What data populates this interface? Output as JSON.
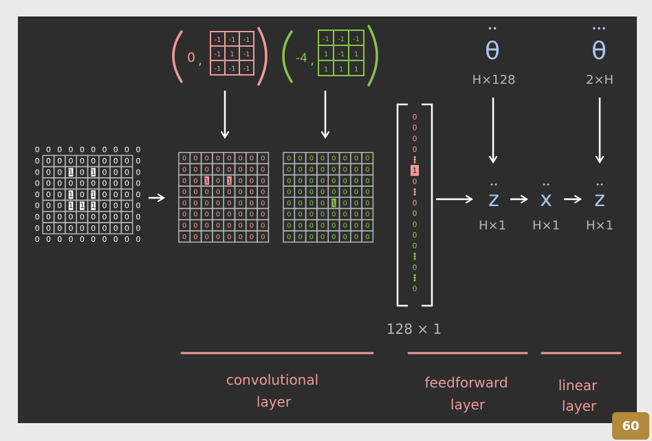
{
  "colors": {
    "background": "#2d2d2d",
    "frame": "#ebebeb",
    "pink": "#ef9a9a",
    "green": "#8bc34a",
    "blue": "#a9c6ee",
    "white": "#ffffff",
    "grey": "#b7b7b7",
    "badge": "#b28a3c"
  },
  "input_grid": {
    "cells": [
      [
        "0",
        "0",
        "0",
        "0",
        "0",
        "0",
        "0",
        "0",
        "0",
        "0"
      ],
      [
        "0",
        "0",
        "0",
        "0",
        "0",
        "0",
        "0",
        "0",
        "0",
        "0"
      ],
      [
        "0",
        "0",
        "0",
        "1",
        "0",
        "1",
        "0",
        "0",
        "0",
        "0"
      ],
      [
        "0",
        "0",
        "0",
        "0",
        "0",
        "0",
        "0",
        "0",
        "0",
        "0"
      ],
      [
        "0",
        "0",
        "0",
        "1",
        "0",
        "1",
        "0",
        "0",
        "0",
        "0"
      ],
      [
        "0",
        "0",
        "0",
        "1",
        "1",
        "1",
        "0",
        "0",
        "0",
        "0"
      ],
      [
        "0",
        "0",
        "0",
        "0",
        "0",
        "0",
        "0",
        "0",
        "0",
        "0"
      ],
      [
        "0",
        "0",
        "0",
        "0",
        "0",
        "0",
        "0",
        "0",
        "0",
        "0"
      ],
      [
        "0",
        "0",
        "0",
        "0",
        "0",
        "0",
        "0",
        "0",
        "0",
        "0"
      ]
    ]
  },
  "kernel_pink": {
    "bias": "0",
    "cells": [
      [
        "-1",
        "-1",
        "-1"
      ],
      [
        "-1",
        "1",
        "-1"
      ],
      [
        "-1",
        "-1",
        "-1"
      ]
    ]
  },
  "kernel_green": {
    "bias": "-4",
    "cells": [
      [
        "-1",
        "-1",
        "-1"
      ],
      [
        "1",
        "-1",
        "1"
      ],
      [
        "1",
        "1",
        "1"
      ]
    ]
  },
  "feature_map_pink": {
    "cells": [
      [
        "0",
        "0",
        "0",
        "0",
        "0",
        "0",
        "0",
        "0"
      ],
      [
        "0",
        "0",
        "0",
        "0",
        "0",
        "0",
        "0",
        "0"
      ],
      [
        "0",
        "0",
        "1",
        "0",
        "1",
        "0",
        "0",
        "0"
      ],
      [
        "0",
        "0",
        "0",
        "0",
        "0",
        "0",
        "0",
        "0"
      ],
      [
        "0",
        "0",
        "0",
        "0",
        "0",
        "0",
        "0",
        "0"
      ],
      [
        "0",
        "0",
        "0",
        "0",
        "0",
        "0",
        "0",
        "0"
      ],
      [
        "0",
        "0",
        "0",
        "0",
        "0",
        "0",
        "0",
        "0"
      ],
      [
        "0",
        "0",
        "0",
        "0",
        "0",
        "0",
        "0",
        "0"
      ]
    ]
  },
  "feature_map_green": {
    "cells": [
      [
        "0",
        "0",
        "0",
        "0",
        "0",
        "0",
        "0",
        "0"
      ],
      [
        "0",
        "0",
        "0",
        "0",
        "0",
        "0",
        "0",
        "0"
      ],
      [
        "0",
        "0",
        "0",
        "0",
        "0",
        "0",
        "0",
        "0"
      ],
      [
        "0",
        "0",
        "0",
        "0",
        "0",
        "0",
        "0",
        "0"
      ],
      [
        "0",
        "0",
        "0",
        "0",
        "1",
        "0",
        "0",
        "0"
      ],
      [
        "0",
        "0",
        "0",
        "0",
        "0",
        "0",
        "0",
        "0"
      ],
      [
        "0",
        "0",
        "0",
        "0",
        "0",
        "0",
        "0",
        "0"
      ],
      [
        "0",
        "0",
        "0",
        "0",
        "0",
        "0",
        "0",
        "0"
      ]
    ]
  },
  "flat_vector": {
    "items": [
      {
        "t": "0",
        "c": "pink"
      },
      {
        "t": "0",
        "c": "pink"
      },
      {
        "t": "0",
        "c": "pink"
      },
      {
        "t": "0",
        "c": "pink"
      },
      {
        "t": "dots",
        "c": "pink"
      },
      {
        "t": "1",
        "c": "pink",
        "hl": true
      },
      {
        "t": "0",
        "c": "pink"
      },
      {
        "t": "dots",
        "c": "pink"
      },
      {
        "t": "0",
        "c": "pink"
      },
      {
        "t": "0",
        "c": "pink"
      },
      {
        "t": "0",
        "c": "green"
      },
      {
        "t": "0",
        "c": "green"
      },
      {
        "t": "0",
        "c": "green"
      },
      {
        "t": "dots",
        "c": "green"
      },
      {
        "t": "0",
        "c": "green"
      },
      {
        "t": "dots",
        "c": "green"
      },
      {
        "t": "0",
        "c": "green"
      }
    ],
    "size_label": "128 × 1"
  },
  "params": {
    "theta2": {
      "symbol": "θ",
      "dots": "••",
      "dims": "H×128"
    },
    "theta3": {
      "symbol": "θ",
      "dots": "•••",
      "dims": "2×H"
    }
  },
  "vars": {
    "z2": {
      "symbol": "z",
      "dots": "••",
      "dims": "H×1"
    },
    "x2": {
      "symbol": "x",
      "dots": "••",
      "dims": "H×1"
    },
    "z3": {
      "symbol": "z",
      "dots": "••",
      "dims": "H×1"
    }
  },
  "sections": {
    "conv": {
      "line1": "convolutional",
      "line2": "layer"
    },
    "ff": {
      "line1": "feedforward",
      "line2": "layer"
    },
    "linear": {
      "line1": "linear",
      "line2": "layer"
    }
  },
  "page_number": "60"
}
